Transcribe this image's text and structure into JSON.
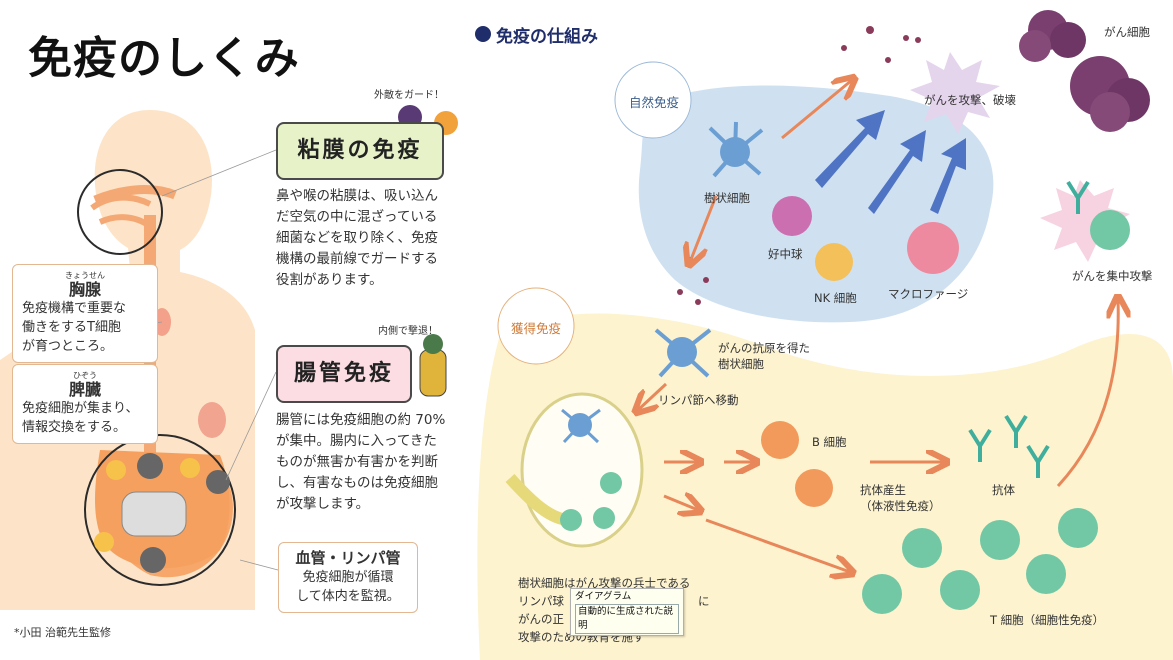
{
  "title": "免疫のしくみ",
  "left": {
    "mucosa": {
      "tag": "外敵をガード！",
      "heading": "粘膜の免疫",
      "desc": [
        "鼻や喉の粘膜は、吸い込ん",
        "だ空気の中に混ざっている",
        "細菌などを取り除く、免疫",
        "機構の最前線でガードする",
        "役割があります。"
      ]
    },
    "intestine": {
      "tag": "内側で撃退！",
      "heading": "腸管免疫",
      "desc": [
        "腸管には免疫細胞の約 70%",
        "が集中。腸内に入ってきた",
        "ものが無害か有害かを判断",
        "し、有害なものは免疫細胞",
        "が攻撃します。"
      ]
    },
    "thymus": {
      "ruby": "きょうせん",
      "title": "胸腺",
      "lines": [
        "免疫機構で重要な",
        "働きをするT細胞",
        "が育つところ。"
      ]
    },
    "spleen": {
      "ruby": "ひぞう",
      "title": "脾臓",
      "lines": [
        "免疫細胞が集まり、",
        "情報交換をする。"
      ]
    },
    "vessels": {
      "title": "血管・リンパ管",
      "lines": [
        "免疫細胞が循環",
        "して体内を監視。"
      ]
    },
    "credit": "*小田 治範先生監修"
  },
  "right": {
    "heading": "免疫の仕組み",
    "innate": "自然免疫",
    "acquired": "獲得免疫",
    "cancer_cell": "がん細胞",
    "attack_destroy": "がんを攻撃、破壊",
    "dendritic": "樹状細胞",
    "neutrophil": "好中球",
    "nk": "NK 細胞",
    "macrophage": "マクロファージ",
    "intensive": "がんを集中攻撃",
    "antigen_dc": [
      "がんの抗原を得た",
      "樹状細胞"
    ],
    "to_lymph": "リンパ節へ移動",
    "b_cell": "B 細胞",
    "antibody_prod": [
      "抗体産生",
      "（体液性免疫）"
    ],
    "antibody": "抗体",
    "t_cell": "T 細胞（細胞性免疫）",
    "lymph_note": [
      "樹状細胞はがん攻撃の兵士である",
      "リンパ球",
      "に",
      "がんの正",
      "攻撃のための教育を施す"
    ]
  },
  "tooltip": {
    "line1": "ダイアグラム",
    "line2": "自動的に生成された説明"
  },
  "colors": {
    "innate_bg": "#cfe1f1",
    "acquired_bg": "#fdf3cf",
    "body": "#fde4c8",
    "arrow": "#e8875a",
    "blue_arrow": "#4f74c4",
    "cancer": "#7a3f6e"
  }
}
